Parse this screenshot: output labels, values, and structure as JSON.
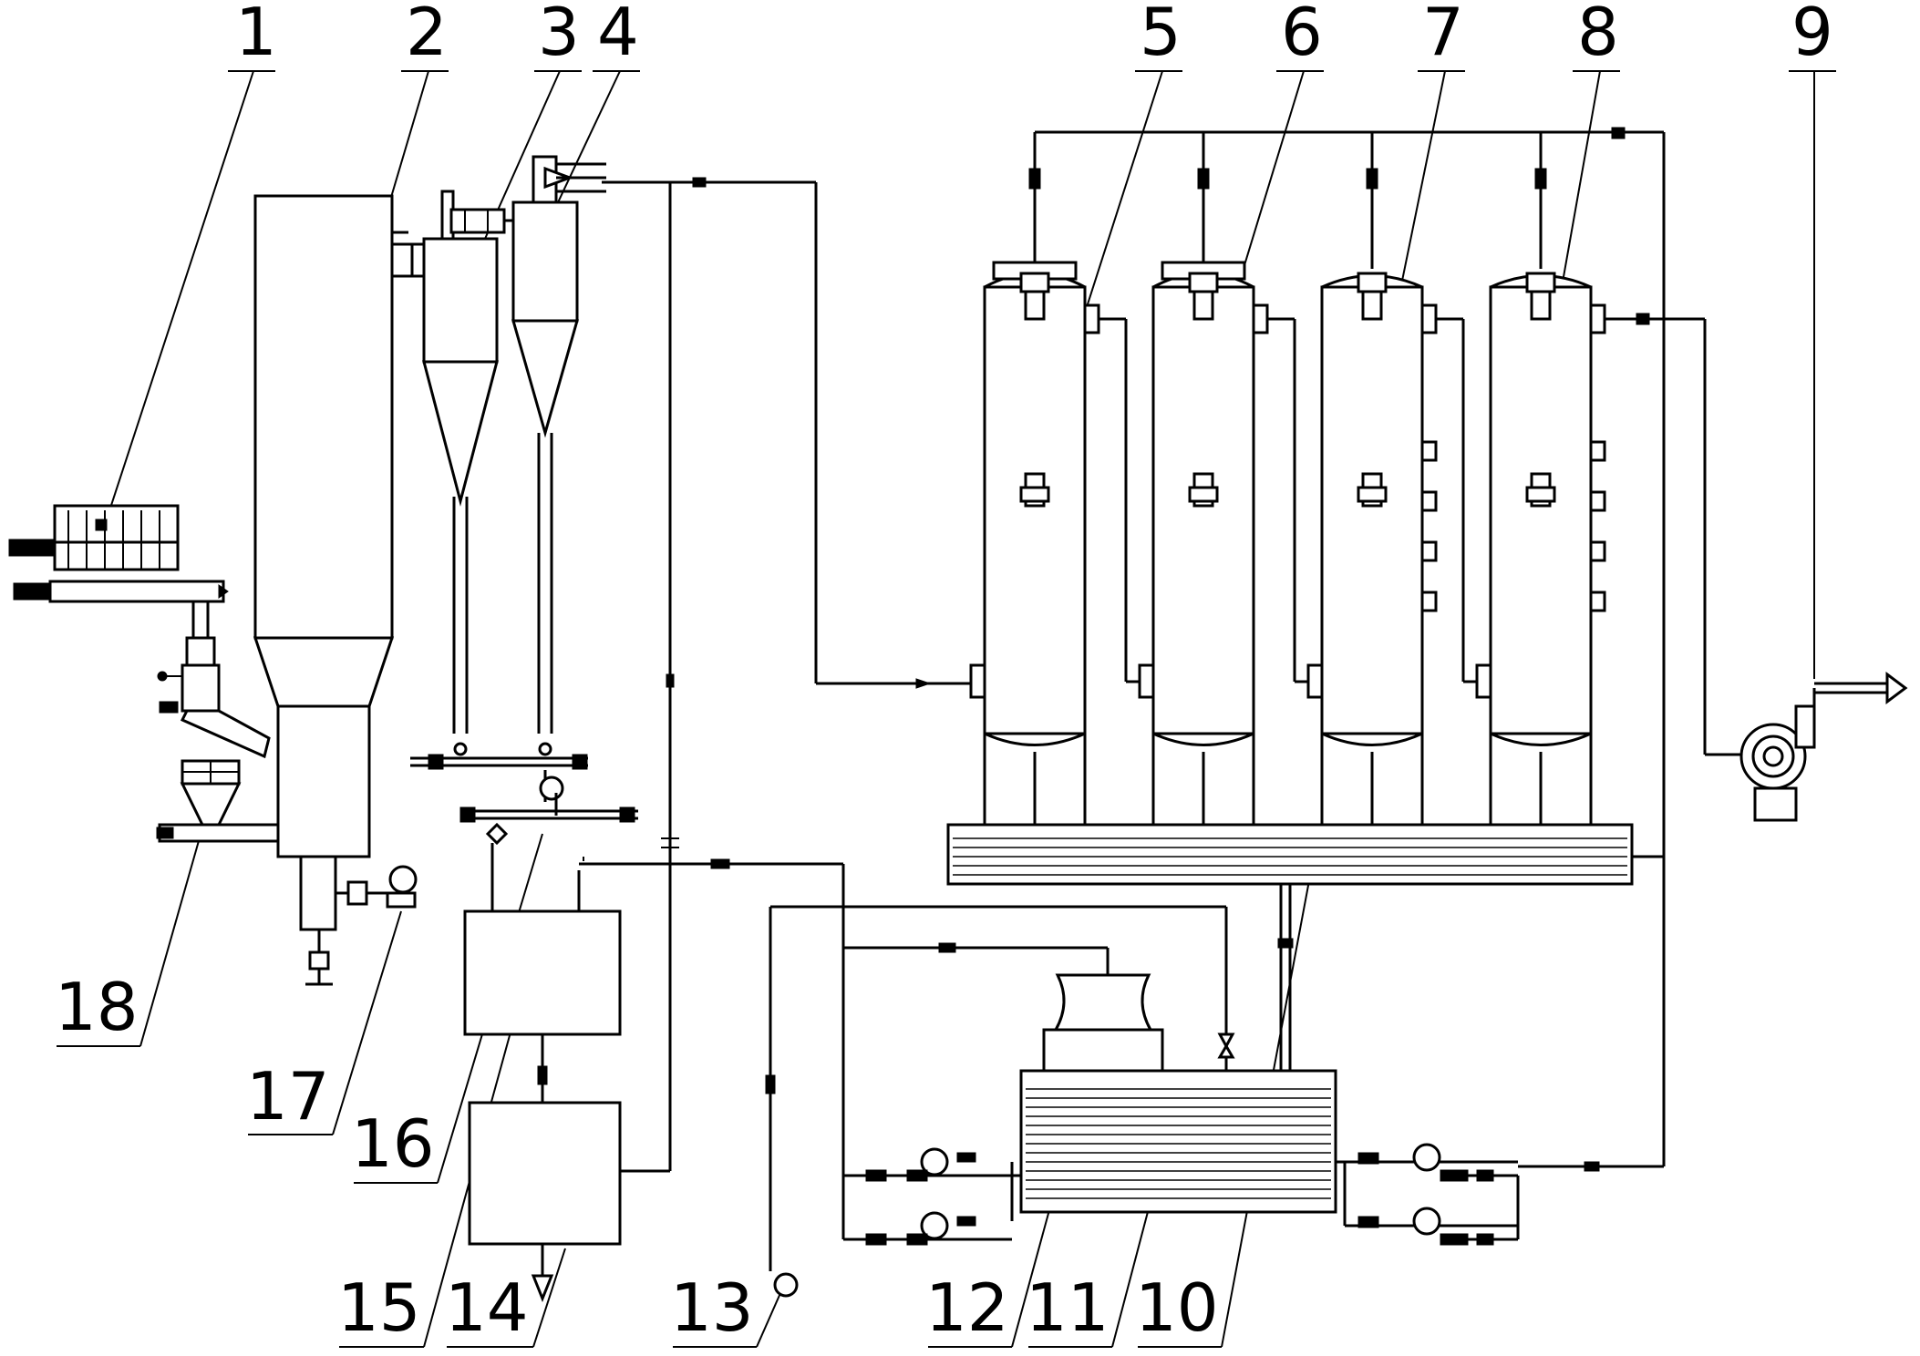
{
  "labels": {
    "n1": "1",
    "n2": "2",
    "n3": "3",
    "n4": "4",
    "n5": "5",
    "n6": "6",
    "n7": "7",
    "n8": "8",
    "n9": "9",
    "n10": "10",
    "n11": "11",
    "n12": "12",
    "n13": "13",
    "n14": "14",
    "n15": "15",
    "n16": "16",
    "n17": "17",
    "n18": "18"
  }
}
